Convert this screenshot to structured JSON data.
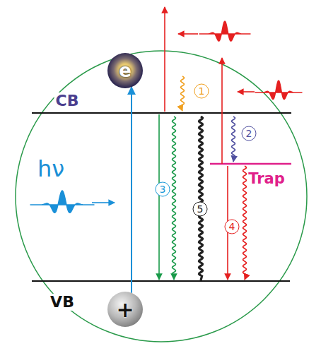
{
  "diagram": {
    "nodes": [
      {
        "text": [
          "e"
        ]
      },
      {
        "text": [
          "+"
        ]
      }
    ],
    "edges": [
      {
        "from": 1,
        "to": 0,
        "arrow": "to"
      }
    ],
    "labels": [
      "CB",
      "hν",
      "1",
      "2",
      "3",
      "5",
      "4",
      "Trap",
      "VB"
    ]
  }
}
